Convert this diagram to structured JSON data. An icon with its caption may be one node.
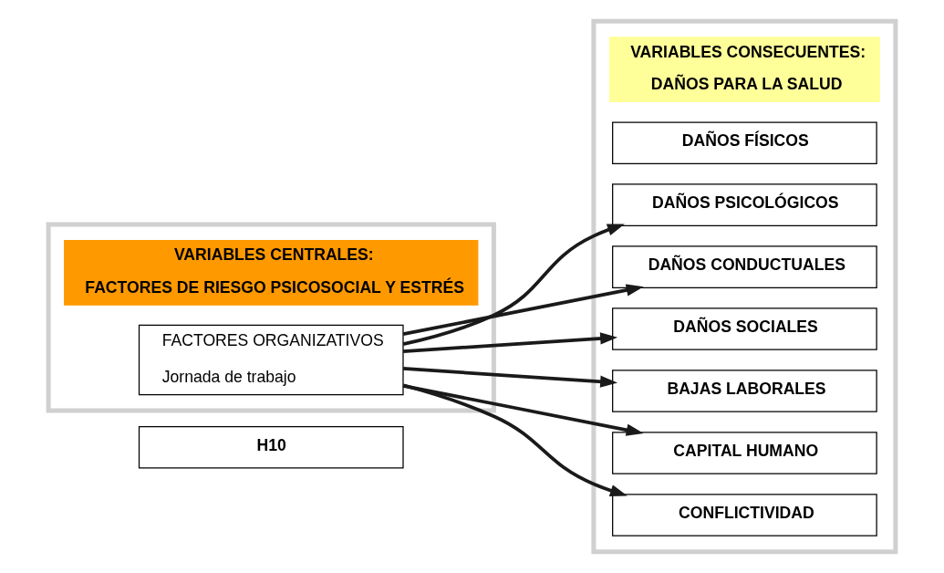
{
  "diagram": {
    "nodes": [
      {
        "text": [
          "H10"
        ]
      },
      {
        "text": [],
        "shape": "box"
      },
      {
        "text": [
          "VARIABLES CENTRALES:",
          "FACTORES DE RIESGO PSICOSOCIAL Y ESTRÉS"
        ],
        "in": 1
      },
      {
        "text": [
          "FACTORES ORGANIZATIVOS",
          "Jornada de trabajo"
        ],
        "in": 1
      },
      {
        "text": [],
        "shape": "box"
      },
      {
        "text": [
          "VARIABLES CONSECUENTES:",
          "DAÑOS PARA LA SALUD"
        ],
        "in": 4
      },
      {
        "text": [
          "DAÑOS FÍSICOS"
        ],
        "in": 4
      },
      {
        "text": [
          "DAÑOS PSICOLÓGICOS"
        ],
        "in": 4
      },
      {
        "text": [
          "DAÑOS CONDUCTUALES"
        ],
        "in": 4
      },
      {
        "text": [
          "DAÑOS SOCIALES"
        ],
        "in": 4
      },
      {
        "text": [
          "BAJAS LABORALES"
        ],
        "in": 4
      },
      {
        "text": [
          "CAPITAL HUMANO"
        ],
        "in": 4
      },
      {
        "text": [
          "CONFLICTIVIDAD"
        ],
        "in": 4
      }
    ],
    "edges": [
      {
        "from": 3,
        "to": 7,
        "arrow": "to"
      },
      {
        "from": 3,
        "to": 8,
        "arrow": "to"
      },
      {
        "from": 3,
        "to": 9,
        "arrow": "to"
      },
      {
        "from": 3,
        "to": 10,
        "arrow": "to"
      },
      {
        "from": 3,
        "to": 11,
        "arrow": "to"
      },
      {
        "from": 3,
        "to": 12,
        "arrow": "to"
      }
    ]
  }
}
